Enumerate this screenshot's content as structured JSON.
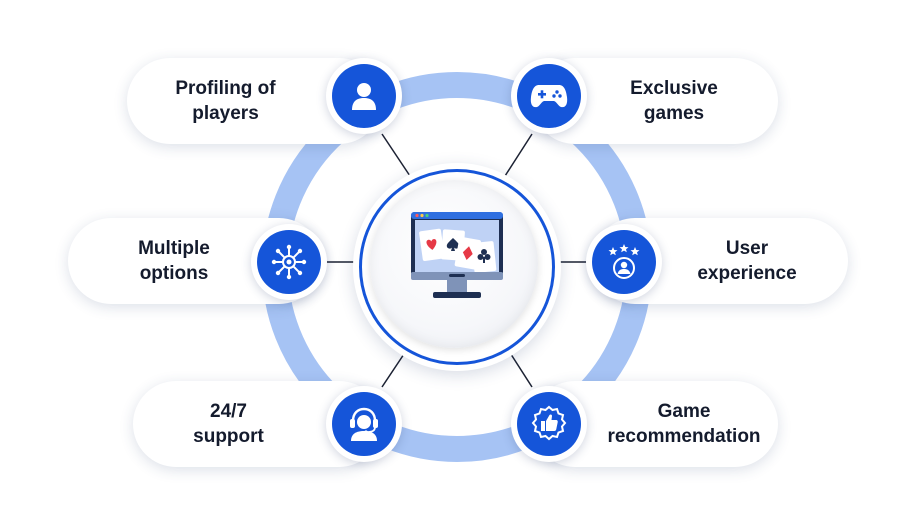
{
  "hub": {
    "icon": "monitor-playing-cards-icon"
  },
  "features": [
    {
      "id": "profiling",
      "label": "Profiling of\nplayers",
      "icon": "user-icon"
    },
    {
      "id": "exclusive",
      "label": "Exclusive\ngames",
      "icon": "gamepad-icon"
    },
    {
      "id": "multiple",
      "label": "Multiple\noptions",
      "icon": "network-gear-icon"
    },
    {
      "id": "experience",
      "label": "User\nexperience",
      "icon": "user-stars-icon"
    },
    {
      "id": "support",
      "label": "24/7\nsupport",
      "icon": "headset-agent-icon"
    },
    {
      "id": "recommendation",
      "label": "Game\nrecommendation",
      "icon": "thumbs-up-badge-icon"
    }
  ],
  "colors": {
    "badge": "#1555d9",
    "ring": "#a6c3f4",
    "connector": "#1c2233",
    "text": "#141b2d"
  }
}
